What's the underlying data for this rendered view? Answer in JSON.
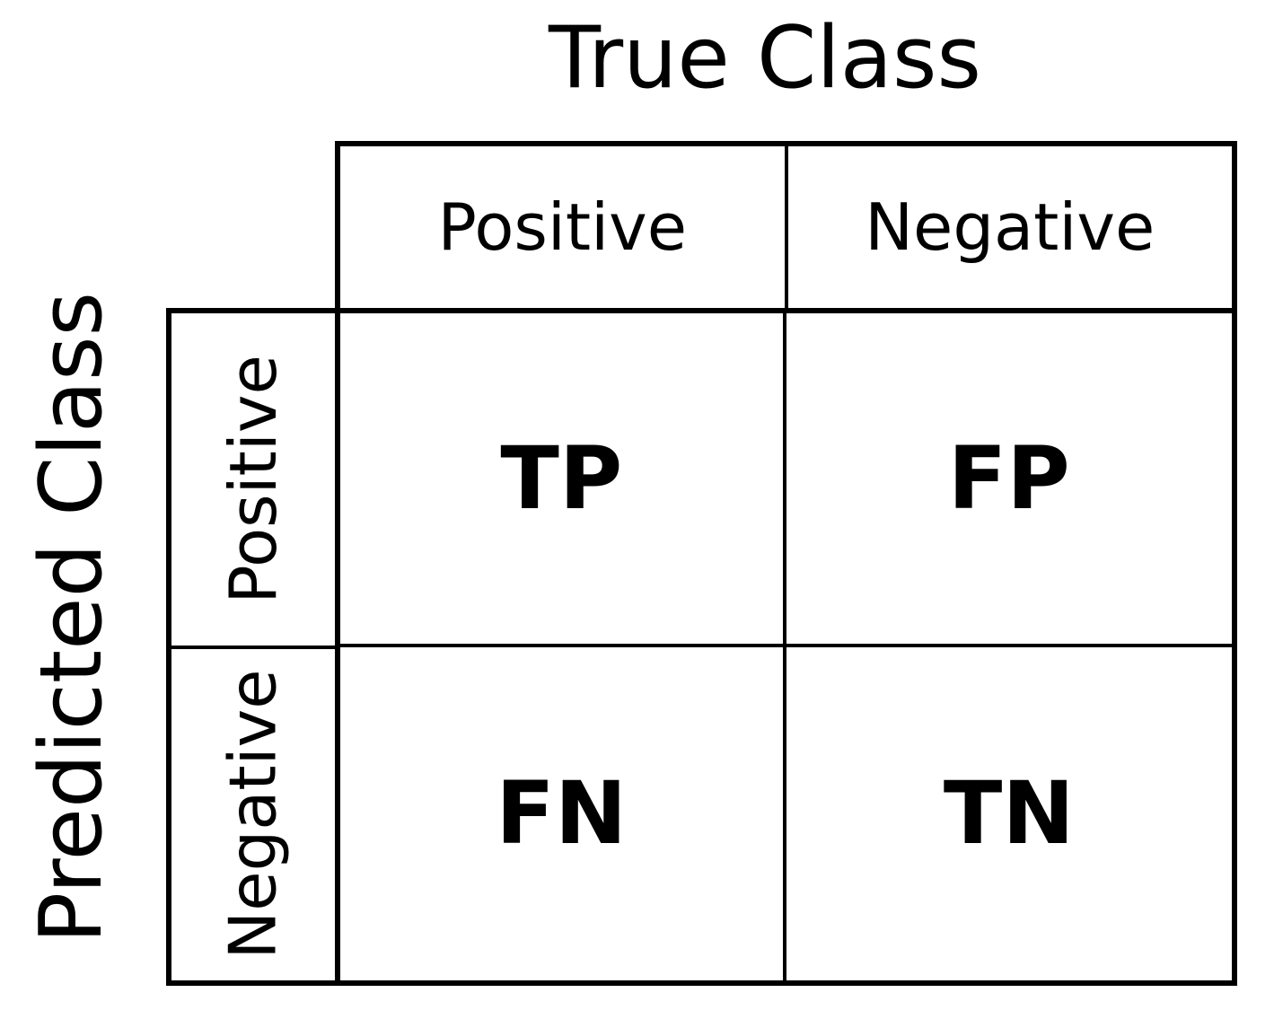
{
  "title": "True Class",
  "ylabel": "Predicted Class",
  "matrix": {
    "col_headers": [
      "Positive",
      "Negative"
    ],
    "row_headers": [
      "Positive",
      "Negative"
    ],
    "cells": [
      [
        "TP",
        "FP"
      ],
      [
        "FN",
        "TN"
      ]
    ]
  },
  "colors": {
    "text": "#000000",
    "border": "#000000",
    "background": "#ffffff"
  },
  "chart_data": {
    "type": "table",
    "title": "True Class",
    "ylabel": "Predicted Class",
    "columns": [
      "Positive",
      "Negative"
    ],
    "rows": [
      "Positive",
      "Negative"
    ],
    "values": [
      [
        "TP",
        "FP"
      ],
      [
        "FN",
        "TN"
      ]
    ]
  }
}
